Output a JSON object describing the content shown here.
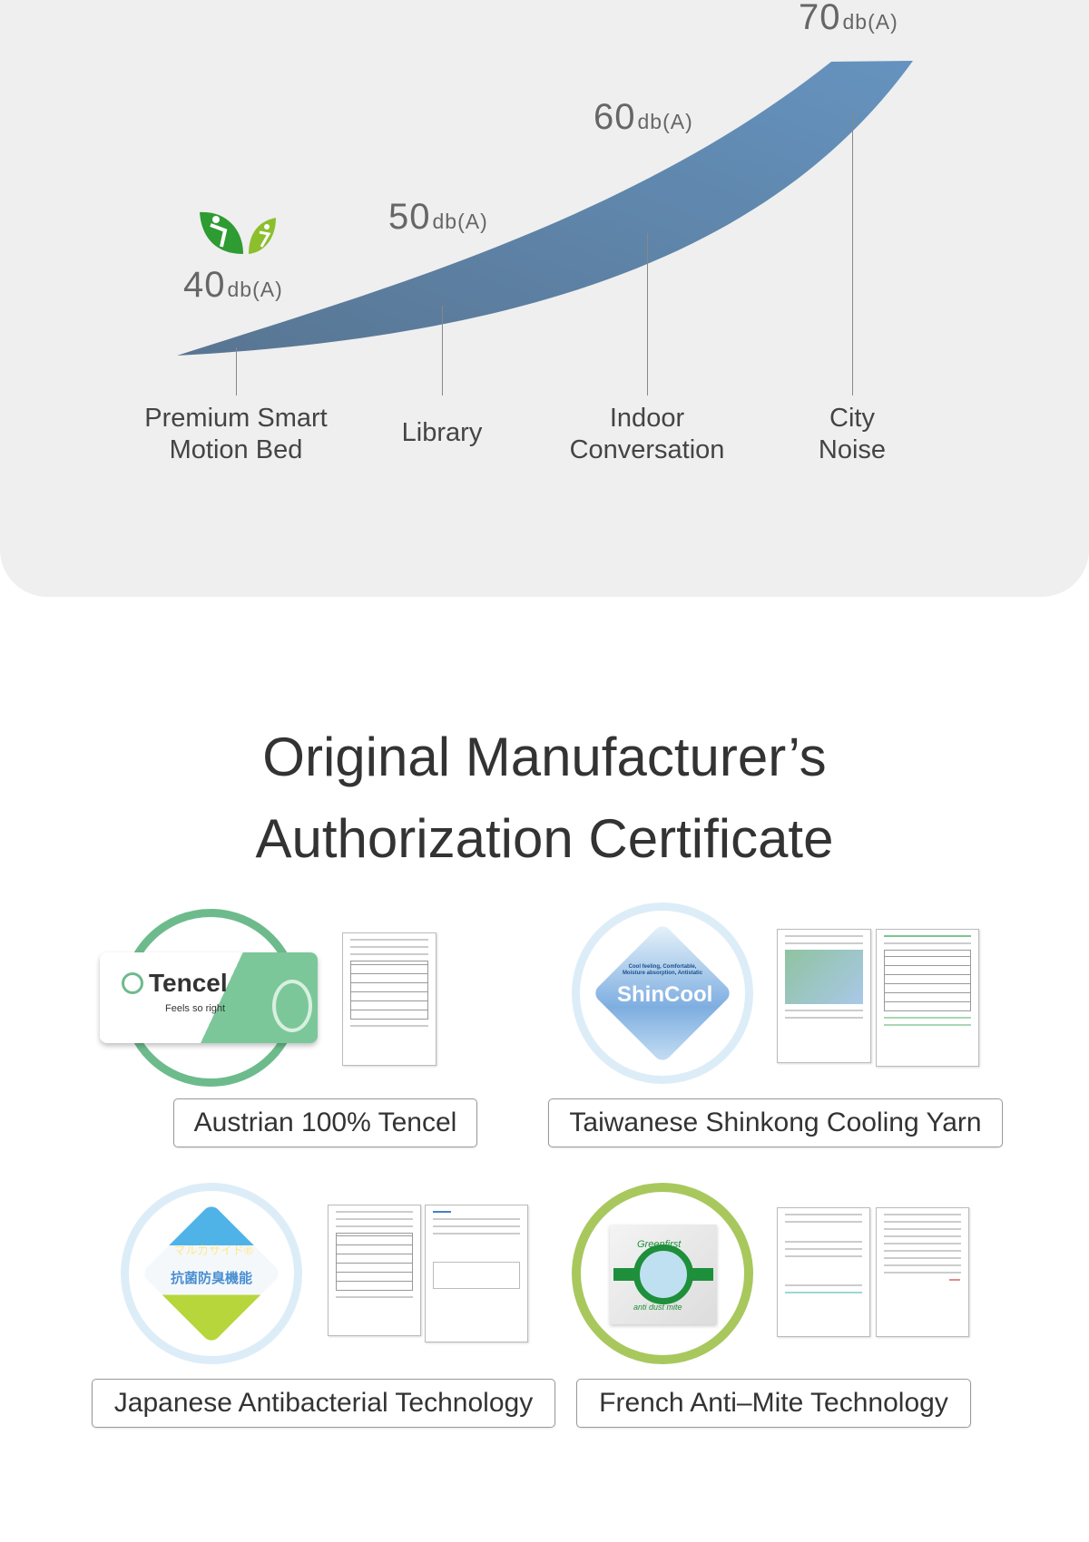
{
  "noise_chart": {
    "levels": [
      {
        "value": "40",
        "unit": "db(A)",
        "label_line1": "Premium Smart",
        "label_line2": "Motion Bed"
      },
      {
        "value": "50",
        "unit": "db(A)",
        "label_line1": "Library",
        "label_line2": ""
      },
      {
        "value": "60",
        "unit": "db(A)",
        "label_line1": "Indoor",
        "label_line2": "Conversation"
      },
      {
        "value": "70",
        "unit": "db(A)",
        "label_line1": "City",
        "label_line2": "Noise"
      }
    ],
    "curve_color_start": "#587592",
    "curve_color_end": "#6593bf"
  },
  "certificates": {
    "title_line1": "Original Manufacturer’s",
    "title_line2": "Authorization Certificate",
    "items": [
      {
        "label": "Austrian 100% Tencel",
        "badge_text": "Tencel",
        "badge_sub": "Feels so right"
      },
      {
        "label": "Taiwanese Shinkong Cooling Yarn",
        "badge_text": "ShinCool",
        "badge_sub": "Cool feeling, Comfortable, Moisture absorption, Antistatic"
      },
      {
        "label": "Japanese Antibacterial Technology",
        "badge_text": "抗菌防臭機能",
        "badge_sub": "マルカサイド®"
      },
      {
        "label": "French Anti–Mite Technology",
        "badge_text": "Greenfirst",
        "badge_sub": "anti dust mite"
      }
    ]
  }
}
